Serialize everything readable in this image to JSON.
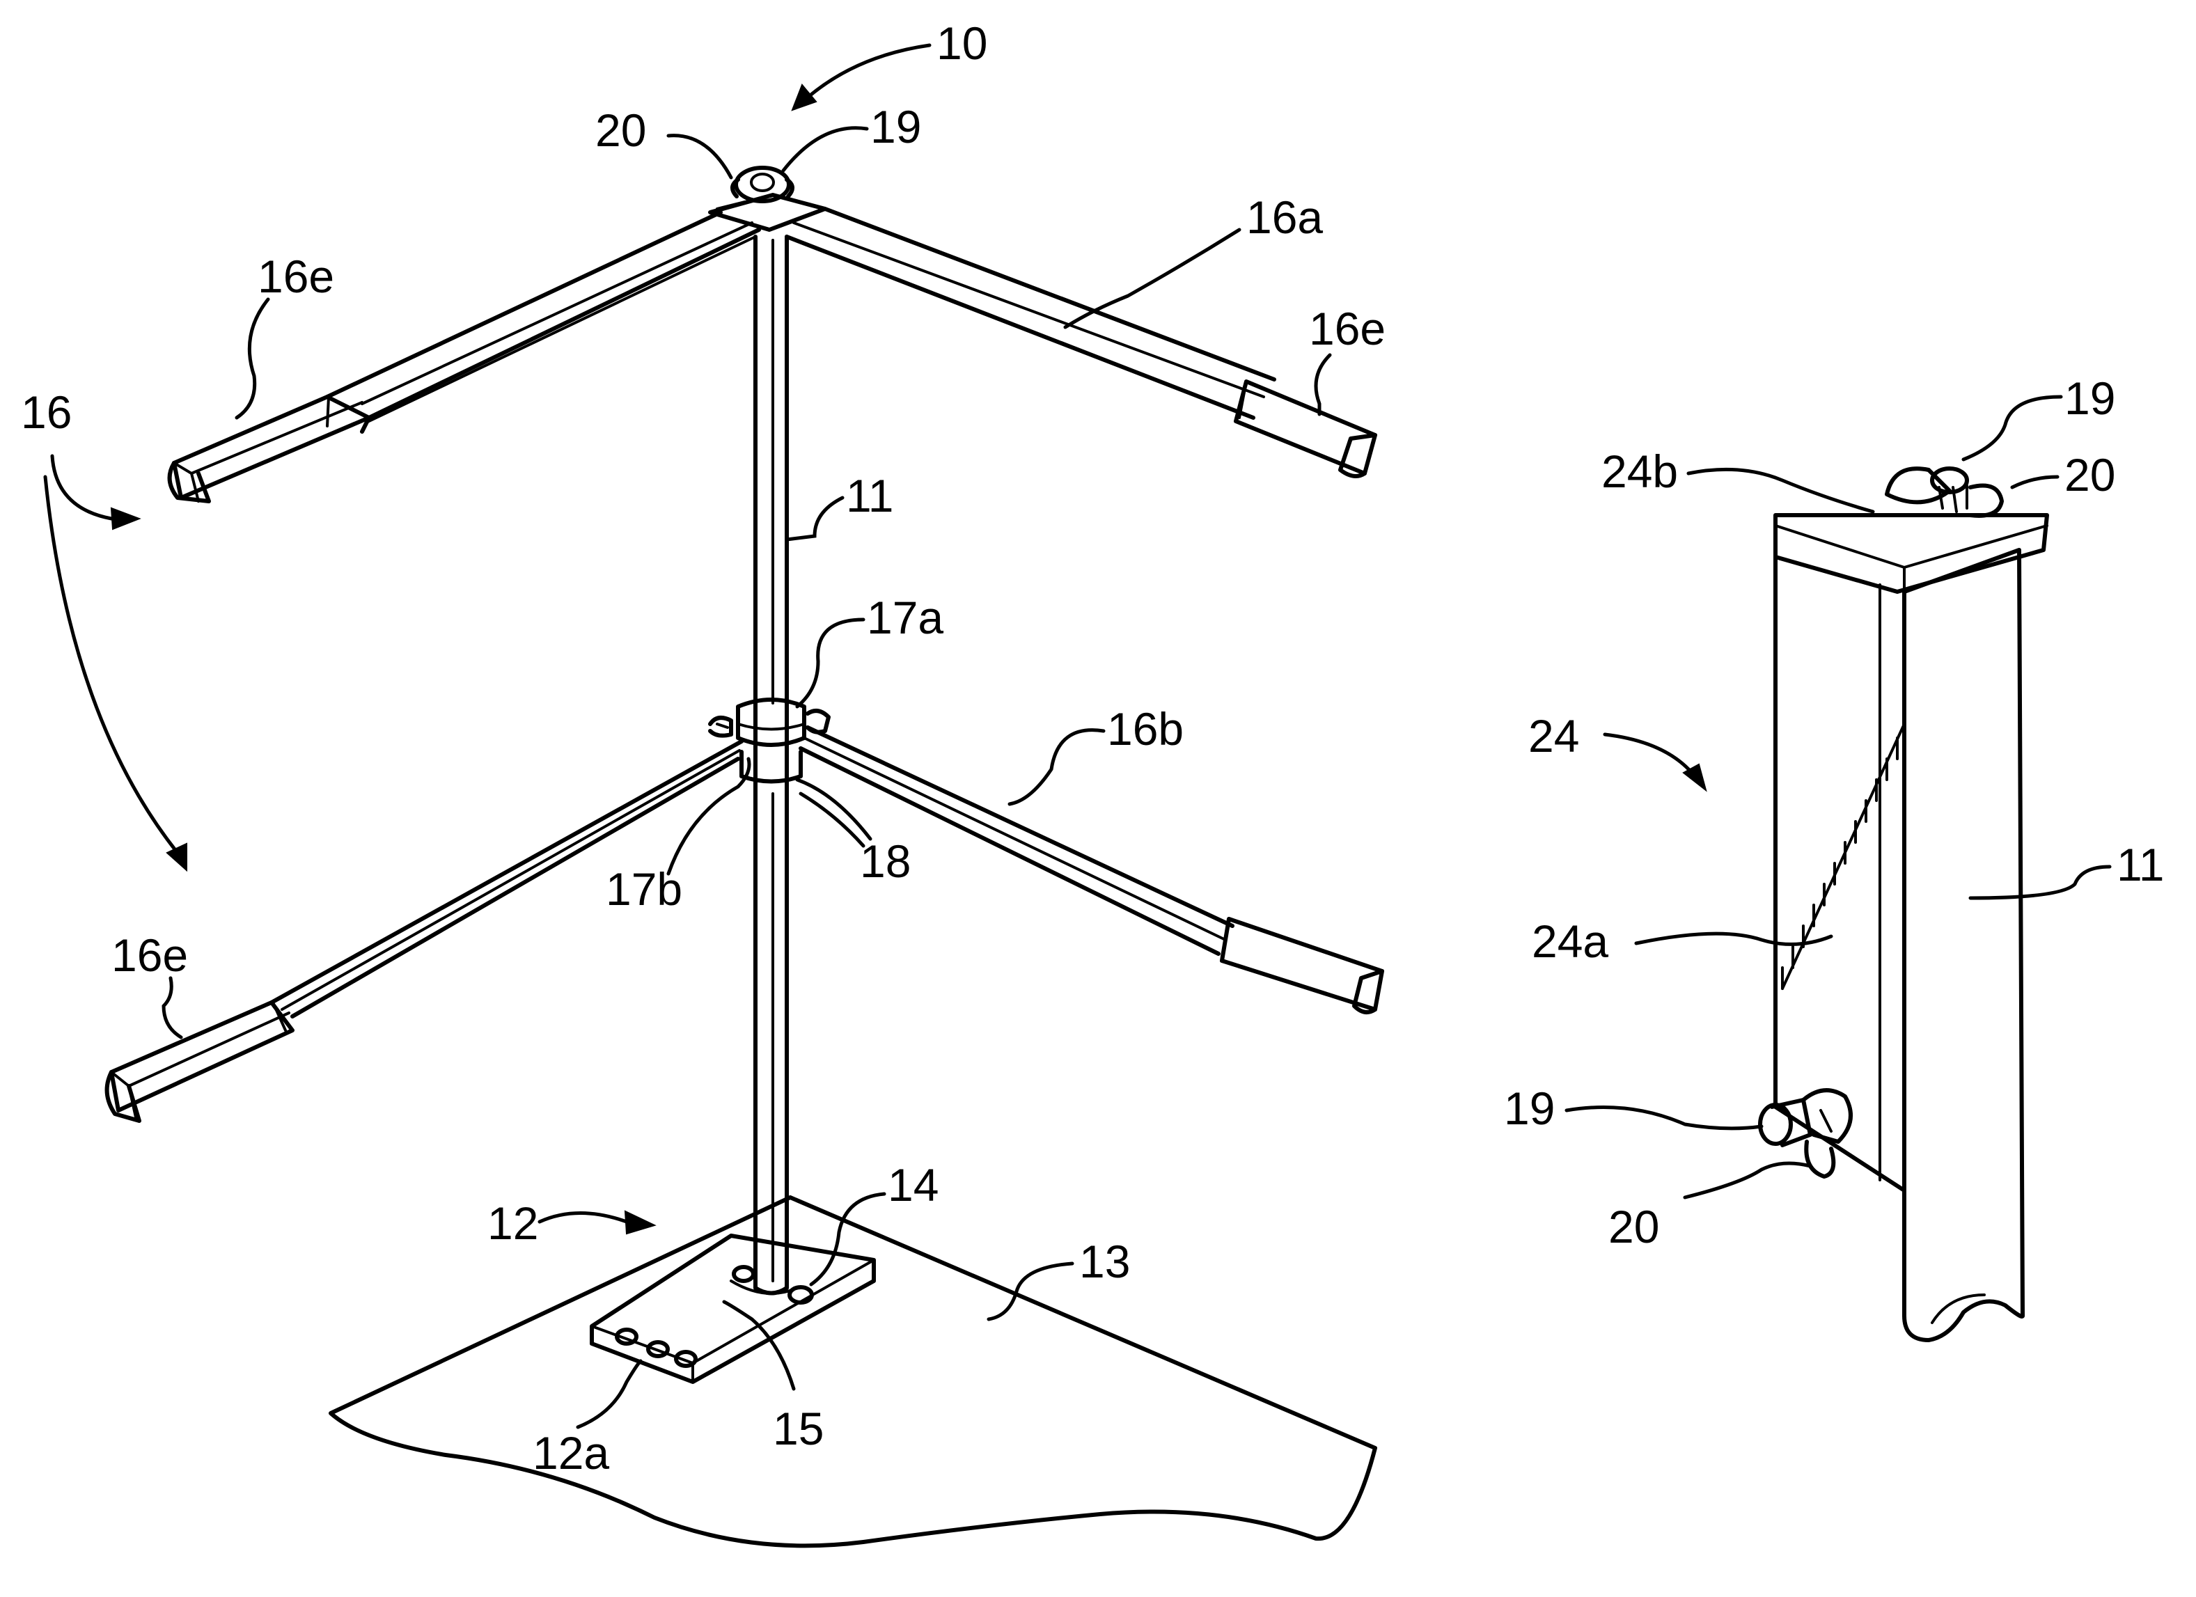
{
  "labels": {
    "ref_10": "10",
    "ref_20_top": "20",
    "ref_19_top": "19",
    "ref_16a": "16a",
    "ref_16e_top_left": "16e",
    "ref_16e_top_right": "16e",
    "ref_16": "16",
    "ref_11_left": "11",
    "ref_17a": "17a",
    "ref_16b": "16b",
    "ref_18": "18",
    "ref_17b": "17b",
    "ref_16e_bottom_left": "16e",
    "ref_12": "12",
    "ref_14": "14",
    "ref_13": "13",
    "ref_12a": "12a",
    "ref_15": "15",
    "ref_19_right_top": "19",
    "ref_24b": "24b",
    "ref_20_right_top": "20",
    "ref_24": "24",
    "ref_11_right": "11",
    "ref_24a": "24a",
    "ref_19_right_bottom": "19",
    "ref_20_right_bottom": "20"
  }
}
